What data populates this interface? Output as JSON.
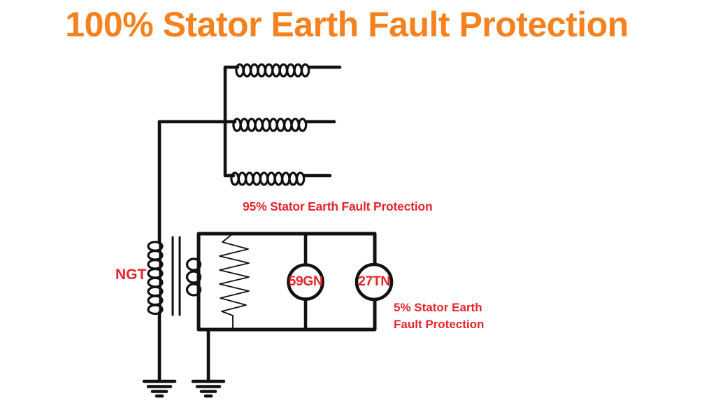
{
  "title": {
    "text": "100% Stator Earth Fault Protection",
    "color": "#F5821F"
  },
  "annotations": {
    "color": "#E8242B",
    "protection95": "95% Stator Earth Fault Protection",
    "ngt": "NGT",
    "relay59": "59GN",
    "relay27": "27TN",
    "protection5_line1": "5% Stator Earth",
    "protection5_line2": "Fault Protection"
  },
  "diagram": {
    "ink_color": "#111111",
    "background": "#FFFFFF",
    "components": [
      "stator-phase-winding-a",
      "stator-phase-winding-b",
      "stator-phase-winding-c",
      "generator-neutral-bus",
      "neutral-grounding-transformer",
      "grounding-resistor",
      "relay-59GN",
      "relay-27TN",
      "earth-ground-left",
      "earth-ground-right"
    ]
  }
}
